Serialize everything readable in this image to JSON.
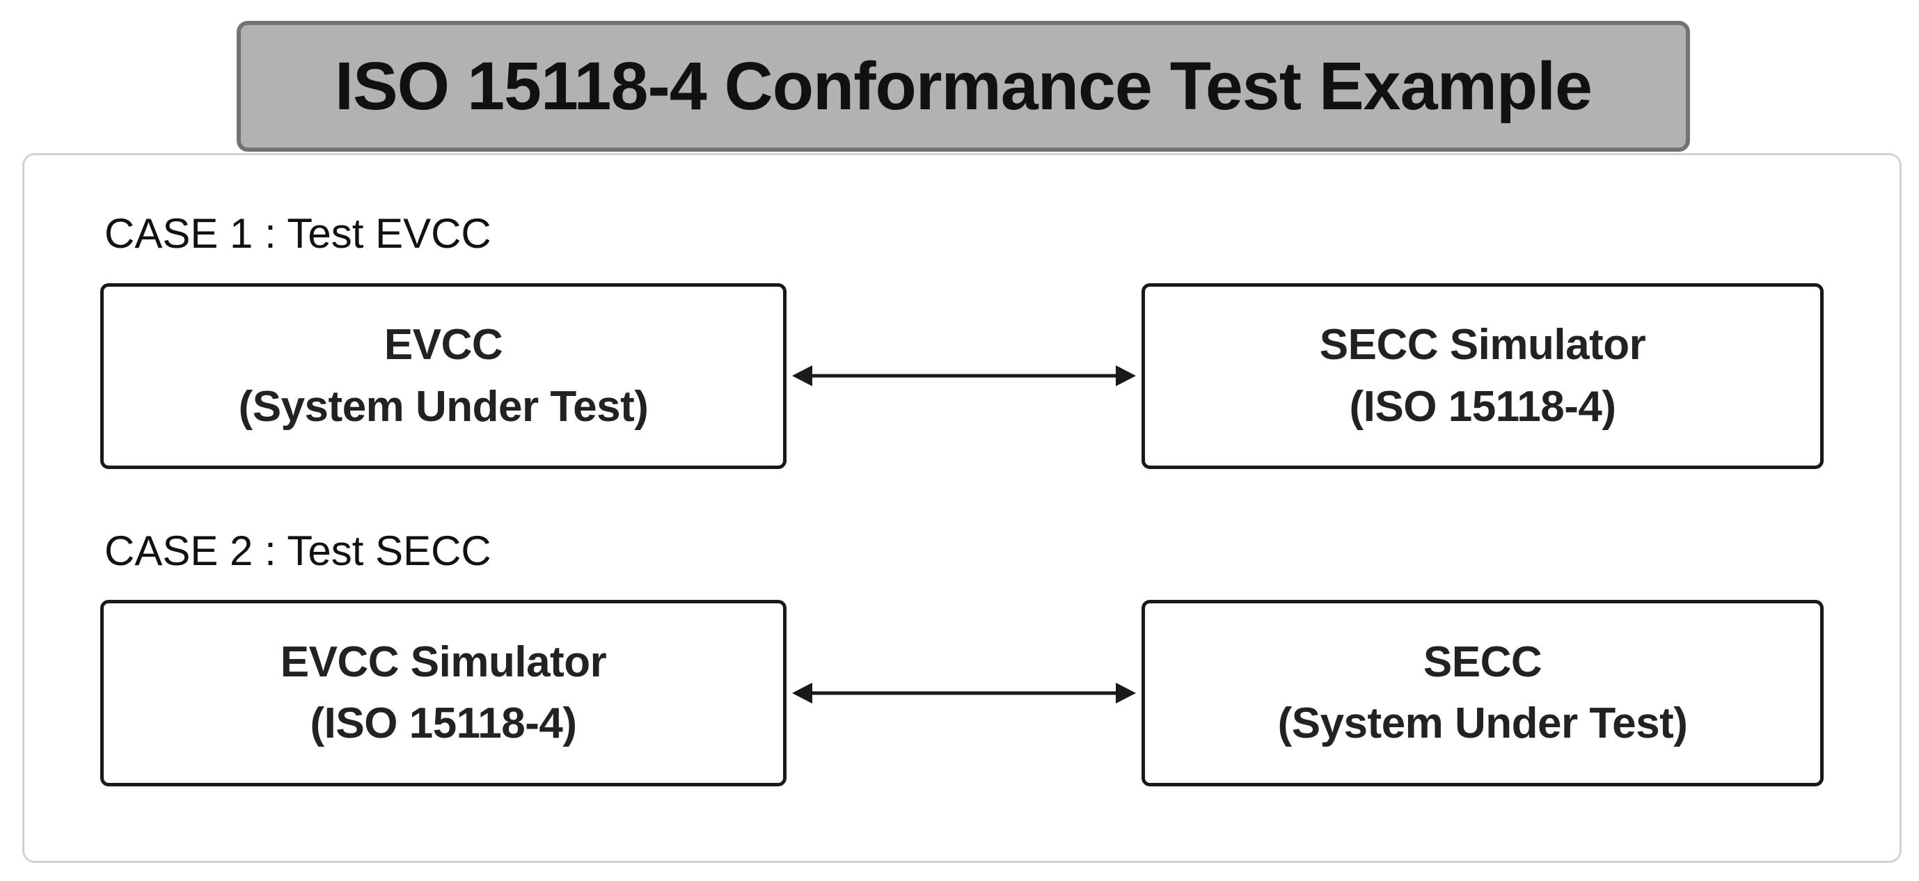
{
  "title": {
    "text": "ISO 15118-4 Conformance Test Example"
  },
  "cases": [
    {
      "label": "CASE 1 : Test EVCC",
      "left_box": {
        "line1": "EVCC",
        "line2": "(System Under Test)"
      },
      "right_box": {
        "line1": "SECC Simulator",
        "line2": "(ISO 15118-4)"
      }
    },
    {
      "label": "CASE 2 : Test SECC",
      "left_box": {
        "line1": "EVCC Simulator",
        "line2": "(ISO 15118-4)"
      },
      "right_box": {
        "line1": "SECC",
        "line2": "(System Under Test)"
      }
    }
  ],
  "icons": {
    "arrow": "bidirectional-horizontal-arrow"
  },
  "colors": {
    "background": "#ffffff",
    "title_fill": "#b2b2b2",
    "title_border": "#737373",
    "panel_border": "#d2d2d2",
    "box_border": "#191919",
    "text": "#111111",
    "box_text": "#222222",
    "arrow": "#1a1a1a"
  }
}
